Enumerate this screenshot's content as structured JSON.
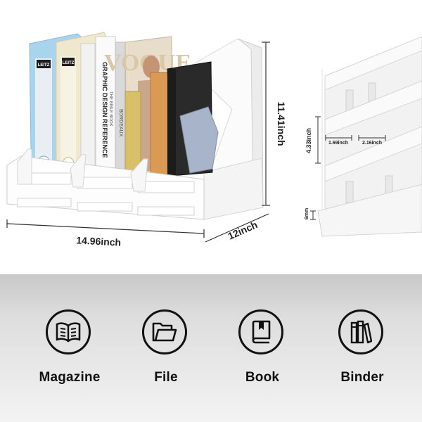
{
  "dimensions": {
    "width": "14.96inch",
    "depth": "12inch",
    "height": "11.41inch",
    "tier_height": "4.33inch",
    "slot_gap_small": "1.69inch",
    "slot_gap_large": "2.16inch",
    "base_height": "6mm"
  },
  "book_spines": {
    "binder_brand_1": "LEITZ",
    "binder_brand_2": "LEITZ",
    "book_title": "GRAPHIC DESIGN REFERENCE",
    "book_subtitle": "THE BIBLE BOOK",
    "magazine_title": "VOGUE",
    "book_side": "BORDEAUX"
  },
  "usage": [
    {
      "icon": "open-book-icon",
      "label": "Magazine"
    },
    {
      "icon": "folder-icon",
      "label": "File"
    },
    {
      "icon": "book-icon",
      "label": "Book"
    },
    {
      "icon": "binders-icon",
      "label": "Binder"
    }
  ],
  "colors": {
    "frame": "#ffffff",
    "binder_blue": "#a9d4ee",
    "binder_cream": "#efe8cc",
    "panel_top": "#c8c8c8",
    "icon_stroke": "#111111"
  }
}
